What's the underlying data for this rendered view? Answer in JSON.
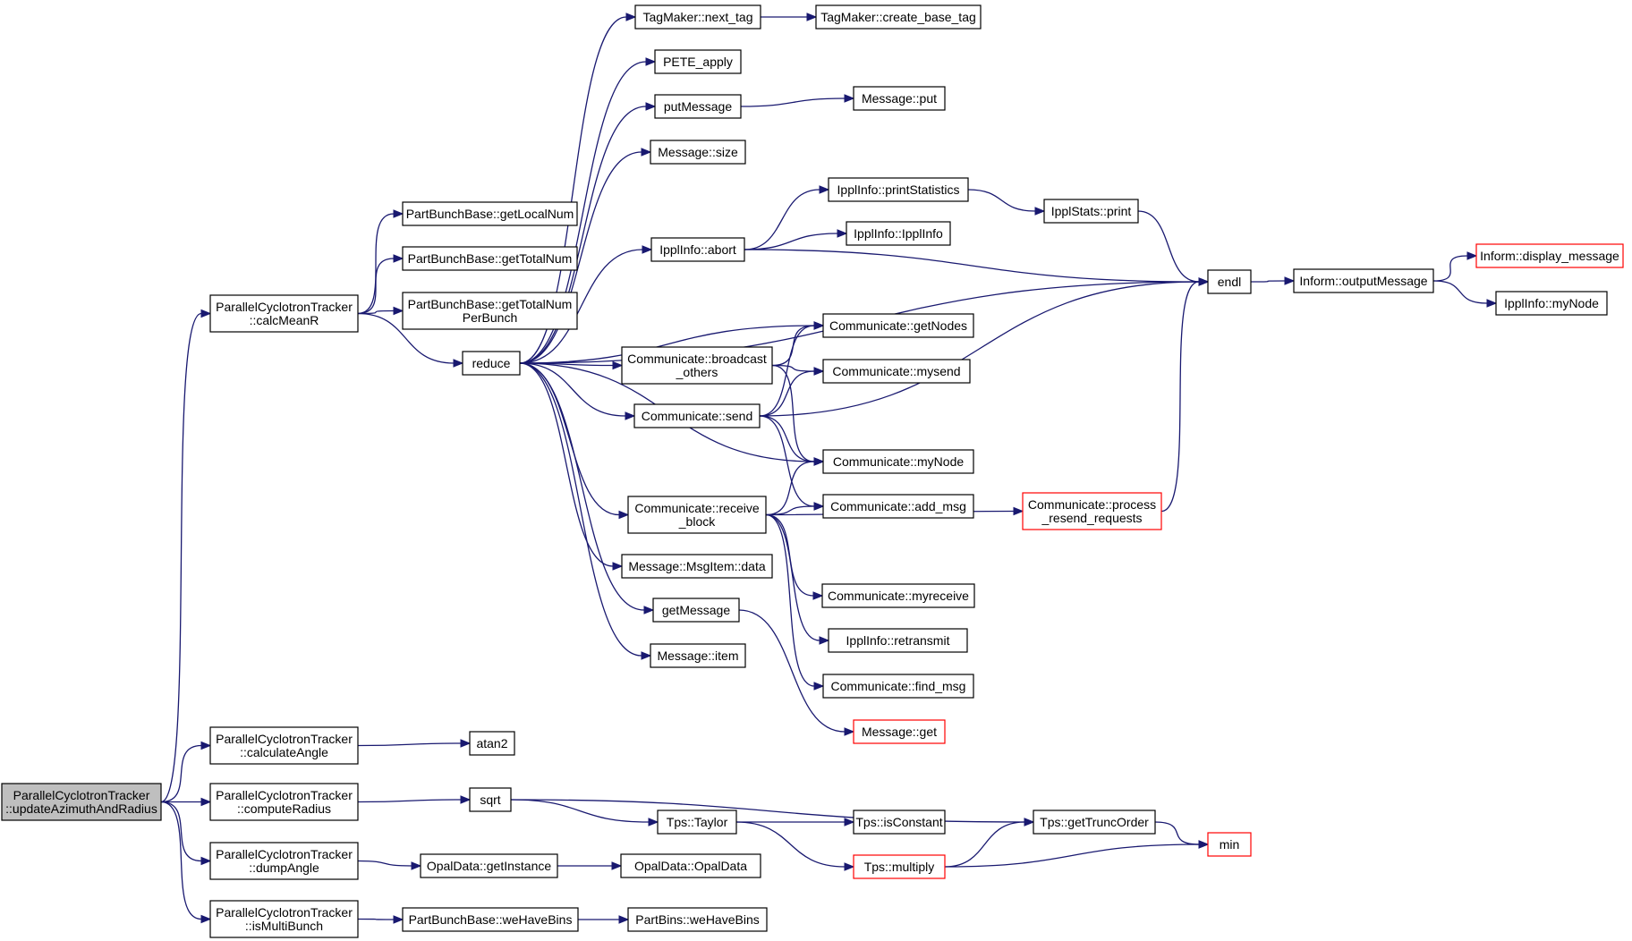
{
  "graph": {
    "nodes": [
      {
        "id": "root",
        "lines": [
          "ParallelCyclotronTracker",
          "::updateAzimuthAndRadius"
        ],
        "kind": "root"
      },
      {
        "id": "calcMeanR",
        "lines": [
          "ParallelCyclotronTracker",
          "::calcMeanR"
        ]
      },
      {
        "id": "calculateAngle",
        "lines": [
          "ParallelCyclotronTracker",
          "::calculateAngle"
        ]
      },
      {
        "id": "computeRadius",
        "lines": [
          "ParallelCyclotronTracker",
          "::computeRadius"
        ]
      },
      {
        "id": "dumpAngle",
        "lines": [
          "ParallelCyclotronTracker",
          "::dumpAngle"
        ]
      },
      {
        "id": "isMultiBunch",
        "lines": [
          "ParallelCyclotronTracker",
          "::isMultiBunch"
        ]
      },
      {
        "id": "getLocalNum",
        "lines": [
          "PartBunchBase::getLocalNum"
        ]
      },
      {
        "id": "getTotalNum",
        "lines": [
          "PartBunchBase::getTotalNum"
        ]
      },
      {
        "id": "getTotalNumPerBunch",
        "lines": [
          "PartBunchBase::getTotalNum",
          "PerBunch"
        ]
      },
      {
        "id": "reduce",
        "lines": [
          "reduce"
        ]
      },
      {
        "id": "atan2",
        "lines": [
          "atan2"
        ]
      },
      {
        "id": "sqrt",
        "lines": [
          "sqrt"
        ]
      },
      {
        "id": "getInstance",
        "lines": [
          "OpalData::getInstance"
        ]
      },
      {
        "id": "weHaveBinsPBB",
        "lines": [
          "PartBunchBase::weHaveBins"
        ]
      },
      {
        "id": "next_tag",
        "lines": [
          "TagMaker::next_tag"
        ]
      },
      {
        "id": "create_base_tag",
        "lines": [
          "TagMaker::create_base_tag"
        ]
      },
      {
        "id": "PETE_apply",
        "lines": [
          "PETE_apply"
        ]
      },
      {
        "id": "putMessage",
        "lines": [
          "putMessage"
        ]
      },
      {
        "id": "msgput",
        "lines": [
          "Message::put"
        ]
      },
      {
        "id": "msgsize",
        "lines": [
          "Message::size"
        ]
      },
      {
        "id": "printStatistics",
        "lines": [
          "IpplInfo::printStatistics"
        ]
      },
      {
        "id": "IpplStatsPrint",
        "lines": [
          "IpplStats::print"
        ]
      },
      {
        "id": "IpplInfoCtor",
        "lines": [
          "IpplInfo::IpplInfo"
        ]
      },
      {
        "id": "abort",
        "lines": [
          "IpplInfo::abort"
        ]
      },
      {
        "id": "endl",
        "lines": [
          "endl"
        ]
      },
      {
        "id": "outputMessage",
        "lines": [
          "Inform::outputMessage"
        ]
      },
      {
        "id": "display_message",
        "lines": [
          "Inform::display_message"
        ],
        "kind": "trunc"
      },
      {
        "id": "myNodeIppl",
        "lines": [
          "IpplInfo::myNode"
        ]
      },
      {
        "id": "getNodes",
        "lines": [
          "Communicate::getNodes"
        ]
      },
      {
        "id": "broadcast_others",
        "lines": [
          "Communicate::broadcast",
          "_others"
        ]
      },
      {
        "id": "mysend",
        "lines": [
          "Communicate::mysend"
        ]
      },
      {
        "id": "send",
        "lines": [
          "Communicate::send"
        ]
      },
      {
        "id": "myNodeComm",
        "lines": [
          "Communicate::myNode"
        ]
      },
      {
        "id": "receive_block",
        "lines": [
          "Communicate::receive",
          "_block"
        ]
      },
      {
        "id": "add_msg",
        "lines": [
          "Communicate::add_msg"
        ]
      },
      {
        "id": "process_resend",
        "lines": [
          "Communicate::process",
          "_resend_requests"
        ],
        "kind": "trunc"
      },
      {
        "id": "MsgItemData",
        "lines": [
          "Message::MsgItem::data"
        ]
      },
      {
        "id": "myreceive",
        "lines": [
          "Communicate::myreceive"
        ]
      },
      {
        "id": "getMessage",
        "lines": [
          "getMessage"
        ]
      },
      {
        "id": "retransmit",
        "lines": [
          "IpplInfo::retransmit"
        ]
      },
      {
        "id": "msgitem",
        "lines": [
          "Message::item"
        ]
      },
      {
        "id": "find_msg",
        "lines": [
          "Communicate::find_msg"
        ]
      },
      {
        "id": "msgget",
        "lines": [
          "Message::get"
        ],
        "kind": "trunc"
      },
      {
        "id": "Taylor",
        "lines": [
          "Tps::Taylor"
        ]
      },
      {
        "id": "isConstant",
        "lines": [
          "Tps::isConstant"
        ]
      },
      {
        "id": "getTruncOrder",
        "lines": [
          "Tps::getTruncOrder"
        ]
      },
      {
        "id": "multiply",
        "lines": [
          "Tps::multiply"
        ],
        "kind": "trunc"
      },
      {
        "id": "min",
        "lines": [
          "min"
        ],
        "kind": "trunc"
      },
      {
        "id": "OpalDataCtor",
        "lines": [
          "OpalData::OpalData"
        ]
      },
      {
        "id": "PartBinsWeHave",
        "lines": [
          "PartBins::weHaveBins"
        ]
      }
    ],
    "edges": [
      [
        "root",
        "calcMeanR"
      ],
      [
        "root",
        "calculateAngle"
      ],
      [
        "root",
        "computeRadius"
      ],
      [
        "root",
        "dumpAngle"
      ],
      [
        "root",
        "isMultiBunch"
      ],
      [
        "calcMeanR",
        "getLocalNum"
      ],
      [
        "calcMeanR",
        "getTotalNum"
      ],
      [
        "calcMeanR",
        "getTotalNumPerBunch"
      ],
      [
        "calcMeanR",
        "reduce"
      ],
      [
        "calculateAngle",
        "atan2"
      ],
      [
        "computeRadius",
        "sqrt"
      ],
      [
        "dumpAngle",
        "getInstance"
      ],
      [
        "isMultiBunch",
        "weHaveBinsPBB"
      ],
      [
        "reduce",
        "next_tag"
      ],
      [
        "reduce",
        "PETE_apply"
      ],
      [
        "reduce",
        "putMessage"
      ],
      [
        "reduce",
        "msgsize"
      ],
      [
        "reduce",
        "endl"
      ],
      [
        "reduce",
        "abort"
      ],
      [
        "reduce",
        "getNodes"
      ],
      [
        "reduce",
        "broadcast_others"
      ],
      [
        "reduce",
        "send"
      ],
      [
        "reduce",
        "myNodeComm"
      ],
      [
        "reduce",
        "receive_block"
      ],
      [
        "reduce",
        "MsgItemData"
      ],
      [
        "reduce",
        "getMessage"
      ],
      [
        "reduce",
        "msgitem"
      ],
      [
        "next_tag",
        "create_base_tag"
      ],
      [
        "putMessage",
        "msgput"
      ],
      [
        "abort",
        "printStatistics"
      ],
      [
        "abort",
        "IpplInfoCtor"
      ],
      [
        "abort",
        "endl"
      ],
      [
        "printStatistics",
        "IpplStatsPrint"
      ],
      [
        "IpplStatsPrint",
        "endl"
      ],
      [
        "endl",
        "outputMessage"
      ],
      [
        "outputMessage",
        "display_message"
      ],
      [
        "outputMessage",
        "myNodeIppl"
      ],
      [
        "broadcast_others",
        "getNodes"
      ],
      [
        "broadcast_others",
        "mysend"
      ],
      [
        "broadcast_others",
        "myNodeComm"
      ],
      [
        "send",
        "getNodes"
      ],
      [
        "send",
        "mysend"
      ],
      [
        "send",
        "myNodeComm"
      ],
      [
        "send",
        "add_msg"
      ],
      [
        "send",
        "endl"
      ],
      [
        "receive_block",
        "myNodeComm"
      ],
      [
        "receive_block",
        "add_msg"
      ],
      [
        "receive_block",
        "process_resend"
      ],
      [
        "receive_block",
        "myreceive"
      ],
      [
        "receive_block",
        "retransmit"
      ],
      [
        "receive_block",
        "find_msg"
      ],
      [
        "process_resend",
        "endl"
      ],
      [
        "getMessage",
        "msgget"
      ],
      [
        "sqrt",
        "Taylor"
      ],
      [
        "sqrt",
        "getTruncOrder"
      ],
      [
        "Taylor",
        "isConstant"
      ],
      [
        "Taylor",
        "multiply"
      ],
      [
        "multiply",
        "getTruncOrder"
      ],
      [
        "multiply",
        "min"
      ],
      [
        "getTruncOrder",
        "min"
      ],
      [
        "getInstance",
        "OpalDataCtor"
      ],
      [
        "weHaveBinsPBB",
        "PartBinsWeHave"
      ]
    ]
  },
  "colors": {
    "edge": "#191970",
    "node_border": "#000000",
    "truncated_border": "#ff0000",
    "root_fill": "#bfbfbf",
    "background": "#ffffff"
  }
}
